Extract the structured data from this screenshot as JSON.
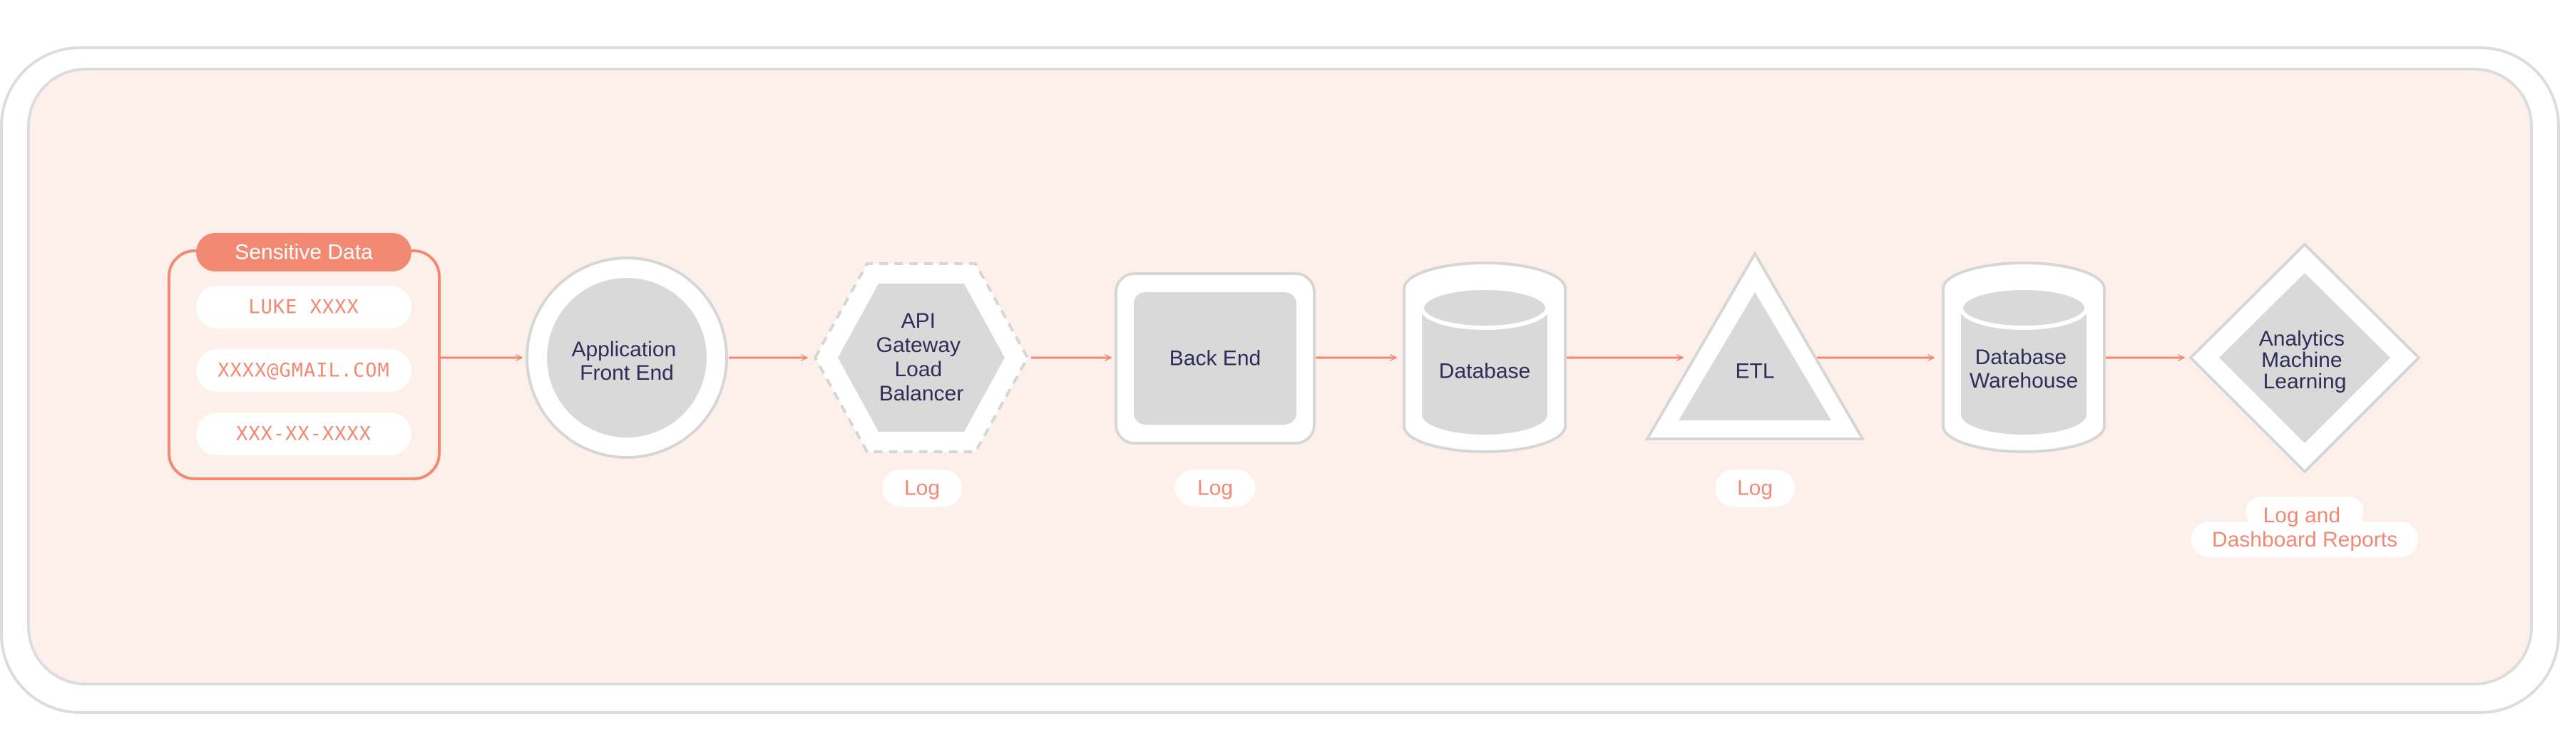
{
  "colors": {
    "frame_border": "#dcdcdc",
    "panel_background": "#fdf0eb",
    "accent": "#f28a73",
    "node_fill": "#d9d9d9",
    "node_outline": "#d6d6d6",
    "label_text": "#2f2d58",
    "white": "#ffffff"
  },
  "sensitive_data": {
    "header": "Sensitive Data",
    "items": [
      "LUKE XXXX",
      "XXXX@GMAIL.COM",
      "XXX-XX-XXXX"
    ]
  },
  "nodes": {
    "frontend": {
      "shape": "circle-icon",
      "lines": [
        "Application",
        "Front End"
      ]
    },
    "gateway": {
      "shape": "hexagon-icon",
      "lines": [
        "API",
        "Gateway",
        "Load",
        "Balancer"
      ],
      "log": "Log"
    },
    "backend": {
      "shape": "rounded-square-icon",
      "lines": [
        "Back End"
      ],
      "log": "Log"
    },
    "database": {
      "shape": "cylinder-icon",
      "lines": [
        "Database"
      ]
    },
    "etl": {
      "shape": "triangle-icon",
      "lines": [
        "ETL"
      ],
      "log": "Log"
    },
    "warehouse": {
      "shape": "cylinder-icon",
      "lines": [
        "Database",
        "Warehouse"
      ]
    },
    "analytics": {
      "shape": "diamond-icon",
      "lines": [
        "Analytics",
        "Machine",
        "Learning"
      ],
      "log_lines": [
        "Log and",
        "Dashboard Reports"
      ]
    }
  },
  "arrows": [
    "sensitive-to-frontend",
    "frontend-to-gateway",
    "gateway-to-backend",
    "backend-to-database",
    "database-to-etl",
    "etl-to-warehouse",
    "warehouse-to-analytics"
  ]
}
